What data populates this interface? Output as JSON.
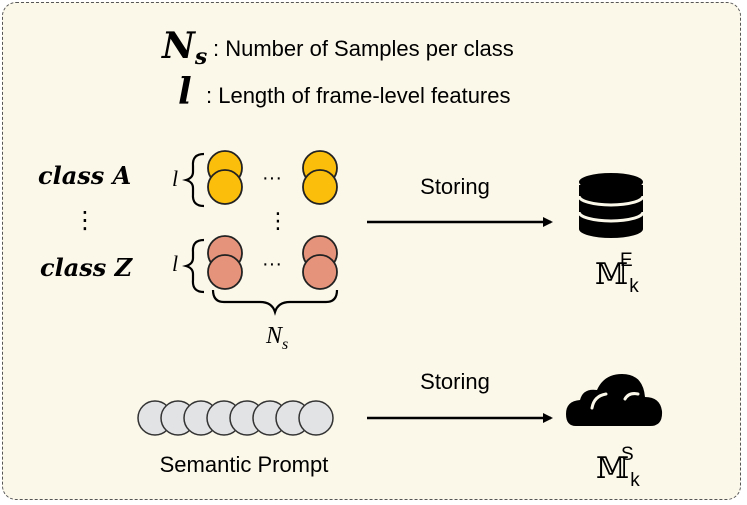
{
  "legend": {
    "ns_symbol": "N",
    "ns_subscript": "s",
    "ns_text": ": Number of Samples per class",
    "l_symbol": "l",
    "l_text": ": Length of frame-level features"
  },
  "classes": {
    "first_label": "class A",
    "last_label": "class Z",
    "vertical_ellipsis": "⋮",
    "horizontal_ellipsis": "···",
    "length_symbol": "l",
    "samples_symbol": "N",
    "samples_subscript": "s"
  },
  "memory": {
    "episodic_arrow_label": "Storing",
    "episodic_symbol": "𝕄",
    "episodic_sub": "k",
    "episodic_sup": "E",
    "semantic_arrow_label": "Storing",
    "semantic_symbol": "𝕄",
    "semantic_sub": "k",
    "semantic_sup": "S",
    "semantic_prompt_label": "Semantic Prompt"
  },
  "colors": {
    "class_a": "#fbbe0b",
    "class_z": "#e5937a",
    "prompt": "#e2e3e5",
    "panel_bg": "#fbf8ea",
    "icon": "#000000"
  },
  "icons": {
    "episodic": "database-icon",
    "semantic": "cloud-icon"
  }
}
